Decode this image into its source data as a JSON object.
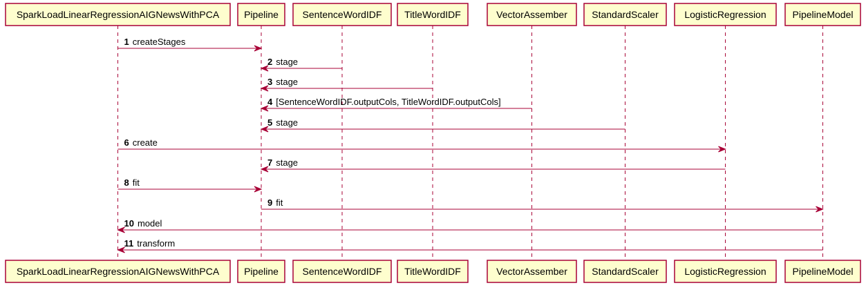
{
  "colors": {
    "participant_fill": "#FEFECE",
    "participant_border": "#A80036",
    "line": "#A80036",
    "text": "#000000"
  },
  "participants": [
    {
      "id": "spark",
      "label": "SparkLoadLinearRegressionAIGNewsWithPCA"
    },
    {
      "id": "pipeline",
      "label": "Pipeline"
    },
    {
      "id": "sentence",
      "label": "SentenceWordIDF"
    },
    {
      "id": "title",
      "label": "TitleWordIDF"
    },
    {
      "id": "vector",
      "label": "VectorAssember"
    },
    {
      "id": "scaler",
      "label": "StandardScaler"
    },
    {
      "id": "logreg",
      "label": "LogisticRegression"
    },
    {
      "id": "pmodel",
      "label": "PipelineModel"
    }
  ],
  "messages": [
    {
      "num": "1",
      "label": "createStages",
      "from": "spark",
      "to": "pipeline"
    },
    {
      "num": "2",
      "label": "stage",
      "from": "sentence",
      "to": "pipeline"
    },
    {
      "num": "3",
      "label": "stage",
      "from": "title",
      "to": "pipeline"
    },
    {
      "num": "4",
      "label": "[SentenceWordIDF.outputCols, TitleWordIDF.outputCols]",
      "from": "vector",
      "to": "pipeline"
    },
    {
      "num": "5",
      "label": "stage",
      "from": "scaler",
      "to": "pipeline"
    },
    {
      "num": "6",
      "label": "create",
      "from": "spark",
      "to": "logreg"
    },
    {
      "num": "7",
      "label": "stage",
      "from": "logreg",
      "to": "pipeline"
    },
    {
      "num": "8",
      "label": "fit",
      "from": "spark",
      "to": "pipeline"
    },
    {
      "num": "9",
      "label": "fit",
      "from": "pipeline",
      "to": "pmodel"
    },
    {
      "num": "10",
      "label": "model",
      "from": "pmodel",
      "to": "spark"
    },
    {
      "num": "11",
      "label": "transform",
      "from": "pmodel",
      "to": "spark"
    }
  ]
}
